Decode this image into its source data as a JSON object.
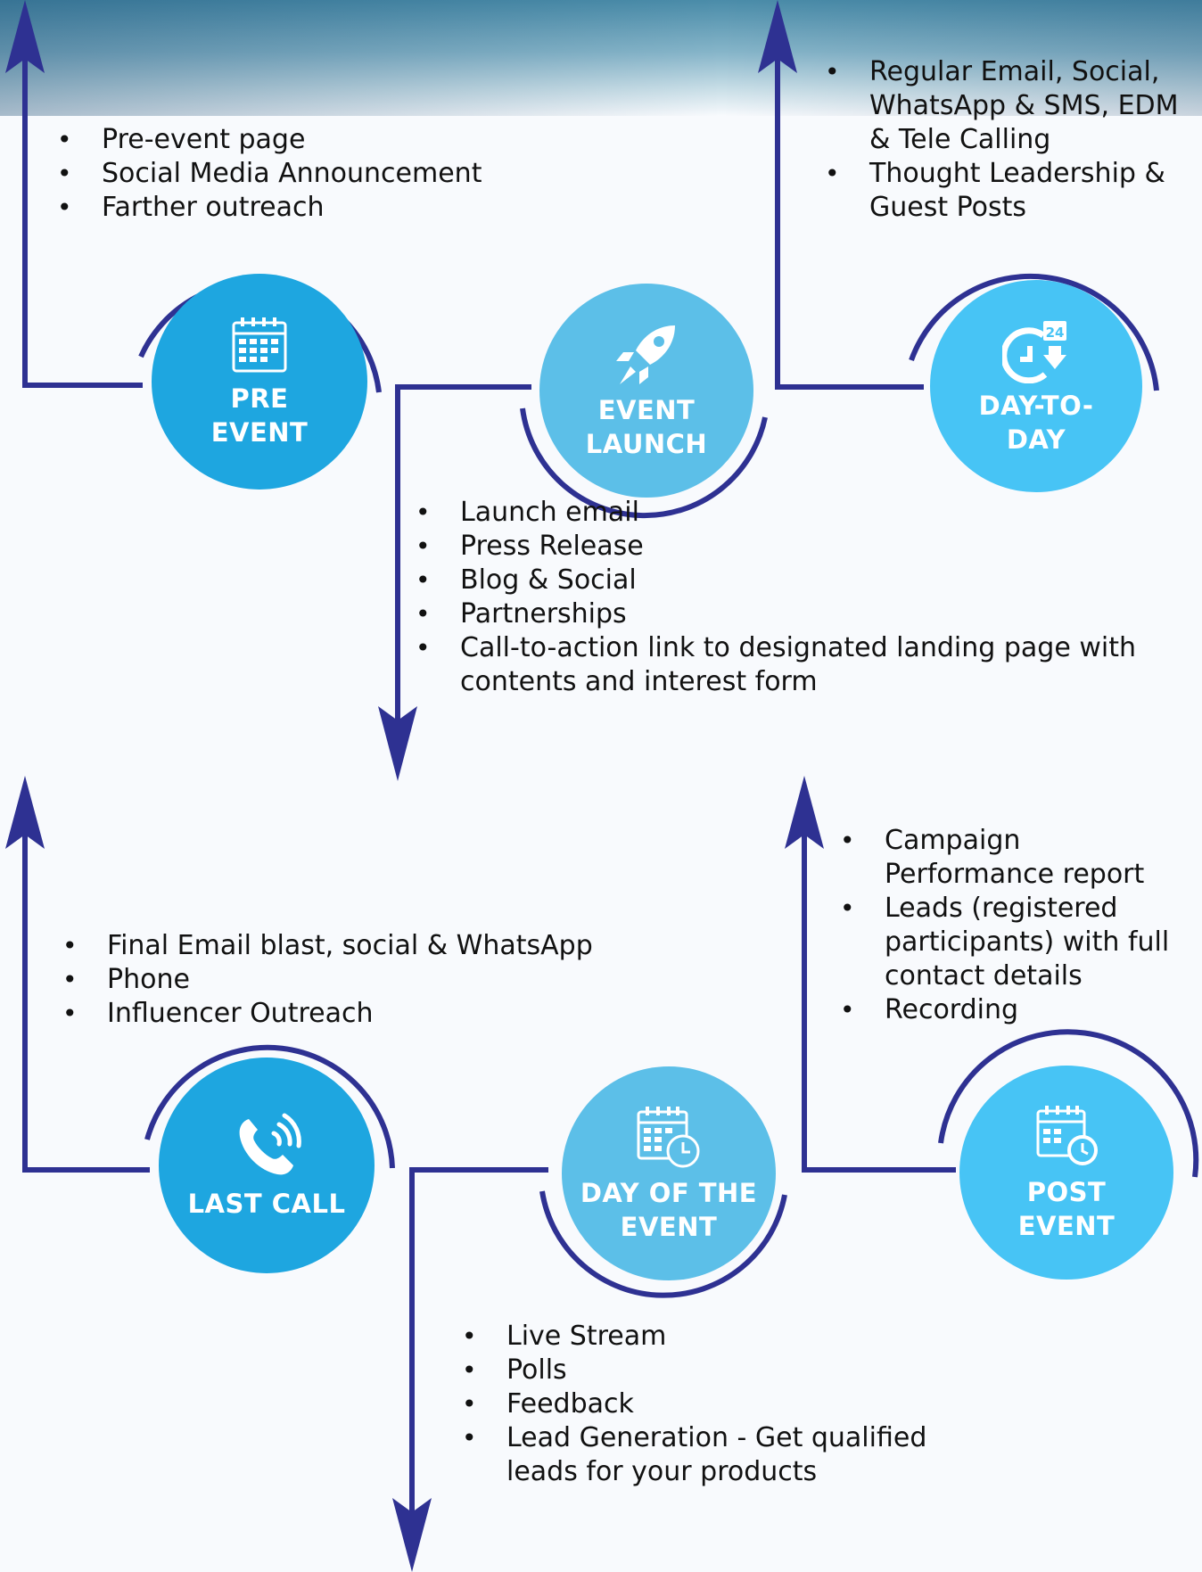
{
  "stages": {
    "pre_event": {
      "label": "PRE\nEVENT",
      "icon": "calendar-icon",
      "bullets": [
        "Pre-event page",
        "Social Media Announcement",
        "Farther outreach"
      ]
    },
    "event_launch": {
      "label": "EVENT\nLAUNCH",
      "icon": "rocket-icon",
      "bullets": [
        "Launch email",
        "Press Release",
        "Blog & Social",
        "Partnerships",
        "Call-to-action link to designated landing page with contents and interest form"
      ]
    },
    "day_to_day": {
      "label": "DAY-TO-\nDAY",
      "icon": "clock-24-icon",
      "bullets": [
        "Regular Email, Social, WhatsApp & SMS, EDM & Tele Calling",
        "Thought Leadership & Guest Posts"
      ]
    },
    "last_call": {
      "label": "LAST CALL",
      "icon": "phone-ringing-icon",
      "bullets": [
        "Final Email blast, social & WhatsApp",
        "Phone",
        "Influencer Outreach"
      ]
    },
    "day_of_event": {
      "label": "DAY OF THE\nEVENT",
      "icon": "calendar-clock-icon",
      "bullets": [
        "Live Stream",
        "Polls",
        "Feedback",
        "Lead Generation - Get qualified leads for your products"
      ]
    },
    "post_event": {
      "label": "POST\nEVENT",
      "icon": "calendar-timer-icon",
      "bullets": [
        "Campaign Performance report",
        "Leads (registered participants) with full contact details",
        "Recording"
      ]
    }
  },
  "colors": {
    "line": "#2e3192",
    "circle_dark": "#1ca6e2",
    "circle_mid": "#5ec1ea",
    "circle_light": "#3fc0f5"
  }
}
